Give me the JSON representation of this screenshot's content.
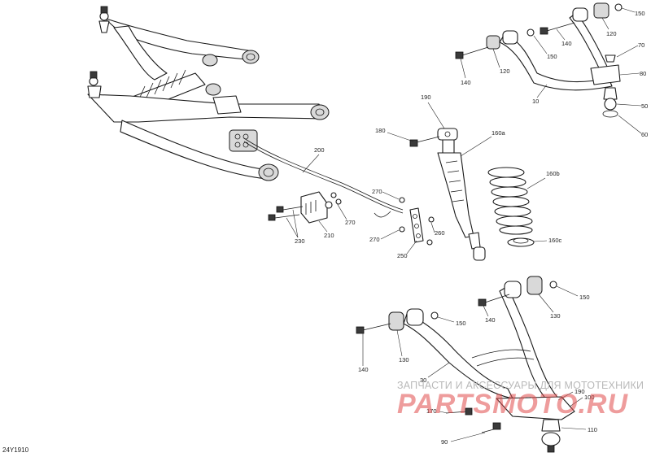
{
  "diagram_code": "24Y1910",
  "watermark": {
    "subtitle": "ЗАПЧАСТИ И АКСЕССУАРЫ ДЛЯ МОТОТЕХНИКИ",
    "logo_text": "PARTSMOTO.RU",
    "color": "#e04a4a"
  },
  "callouts": {
    "c150_top": "150",
    "c120_top": "120",
    "c140_top": "140",
    "c70": "70",
    "c80": "80",
    "c50": "50",
    "c60": "60",
    "c10": "10",
    "c150_upper": "150",
    "c120_upper": "120",
    "c140_upper": "140",
    "c190_shock": "190",
    "c180": "180",
    "c160a": "160a",
    "c160b": "160b",
    "c160c": "160c",
    "c200": "200",
    "c270_a": "270",
    "c270_b": "270",
    "c270_c": "270",
    "c260": "260",
    "c250": "250",
    "c210": "210",
    "c230": "230",
    "c150_lower_r": "150",
    "c140_lower_r": "140",
    "c130_lower_r": "130",
    "c150_lower_l": "150",
    "c140_lower_l": "140",
    "c130_lower_l": "130",
    "c30": "30",
    "c190_lower": "190",
    "c100": "100",
    "c170": "170",
    "c110": "110",
    "c90": "90"
  }
}
